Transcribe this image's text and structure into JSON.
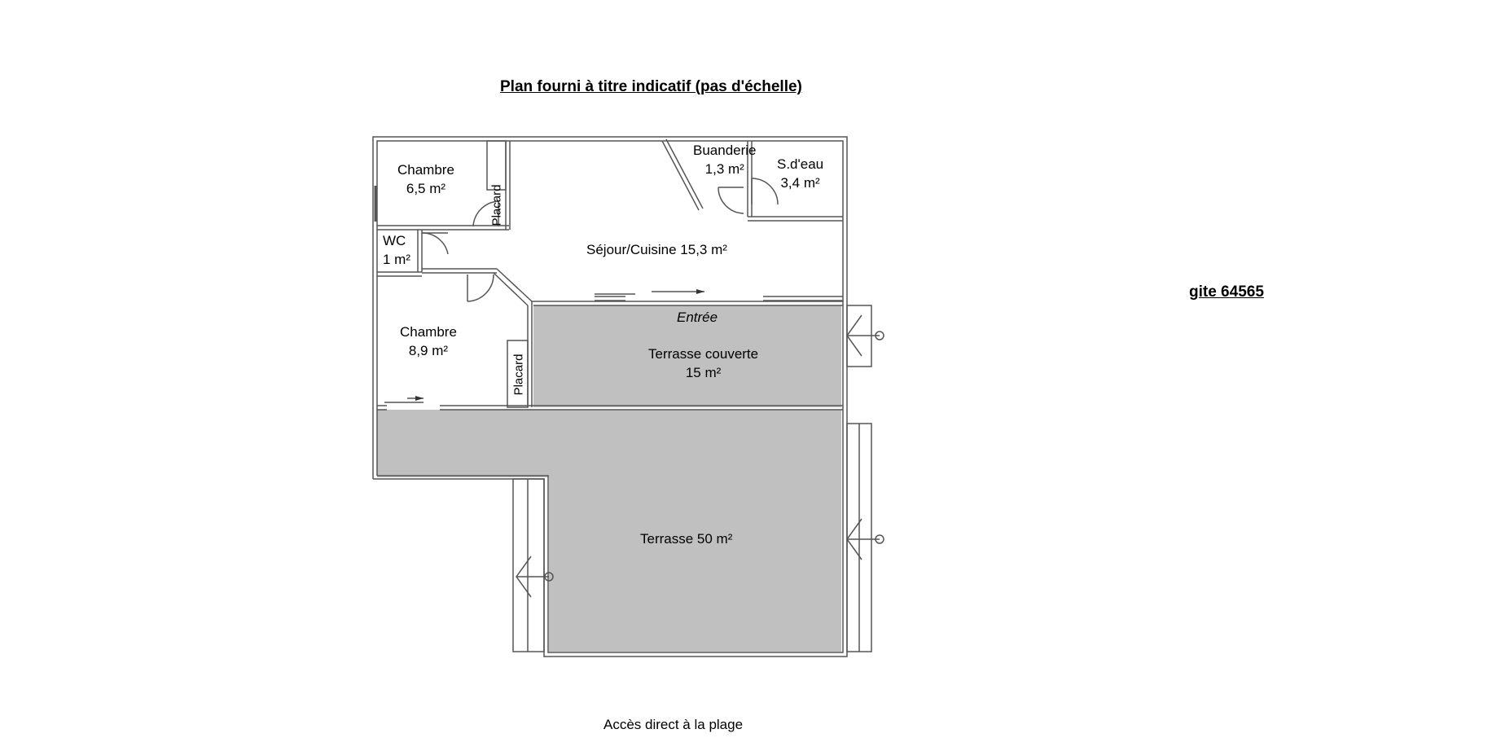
{
  "title": "Plan fourni à titre indicatif (pas d'échelle)",
  "gite_ref": "gite 64565",
  "footer": "Accès direct à la plage",
  "entry_label": "Entrée",
  "colors": {
    "wall": "#555555",
    "terrace": "#c0c0c0",
    "background": "#ffffff"
  },
  "rooms": {
    "chambre1": {
      "name": "Chambre",
      "area": "6,5 m²"
    },
    "placard1": {
      "name": "Placard"
    },
    "buanderie": {
      "name": "Buanderie",
      "area": "1,3 m²"
    },
    "sdeau": {
      "name": "S.d'eau",
      "area": "3,4 m²"
    },
    "wc": {
      "name": "WC",
      "area": "1 m²"
    },
    "sejour": {
      "label": "Séjour/Cuisine 15,3 m²"
    },
    "chambre2": {
      "name": "Chambre",
      "area": "8,9 m²"
    },
    "placard2": {
      "name": "Placard"
    },
    "terrasse_couverte": {
      "name": "Terrasse couverte",
      "area": "15 m²"
    },
    "terrasse": {
      "label": "Terrasse 50 m²"
    }
  }
}
